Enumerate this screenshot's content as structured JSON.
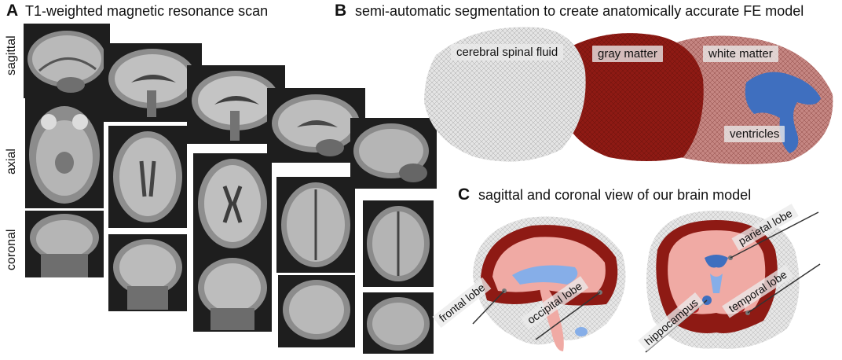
{
  "panels": {
    "a": {
      "letter": "A",
      "title": "T1-weighted magnetic resonance scan",
      "rows": [
        "sagittal",
        "axial",
        "coronal"
      ]
    },
    "b": {
      "letter": "B",
      "title": "semi-automatic segmentation to create anatomically accurate FE model",
      "labels": [
        "cerebral spinal fluid",
        "gray matter",
        "white matter",
        "ventricles"
      ]
    },
    "c": {
      "letter": "C",
      "title": "sagittal and coronal view of our brain model",
      "labels": [
        "frontal lobe",
        "occipital lobe",
        "hippocampus",
        "temporal lobe",
        "parietal lobe"
      ]
    }
  },
  "colors": {
    "csf": "#e4e4e4",
    "gray_matter": "#8e1a14",
    "white_matter": "#c58682",
    "ventricles": "#3f6fbf",
    "pink_region": "#f0aaa4",
    "blue_region": "#86aee8"
  }
}
